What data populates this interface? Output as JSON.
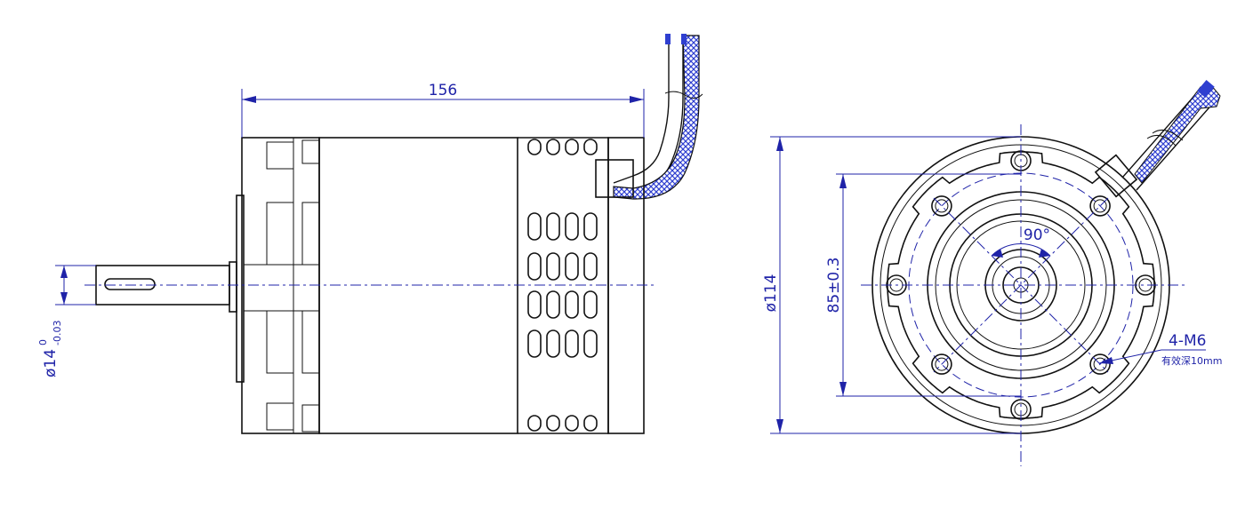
{
  "dimensions": {
    "length": "156",
    "outer_diameter": "ø114",
    "bolt_circle": "85±0.3",
    "angle": "90°",
    "holes": "4-M6",
    "hole_note": "有效深10mm",
    "shaft_diameter_base": "ø14",
    "shaft_tol_upper": "0",
    "shaft_tol_lower": "-0.03"
  },
  "colors": {
    "dimension_line": "#1f23a8",
    "outline": "#111111",
    "cable_sheath": "#2f3fd0"
  }
}
